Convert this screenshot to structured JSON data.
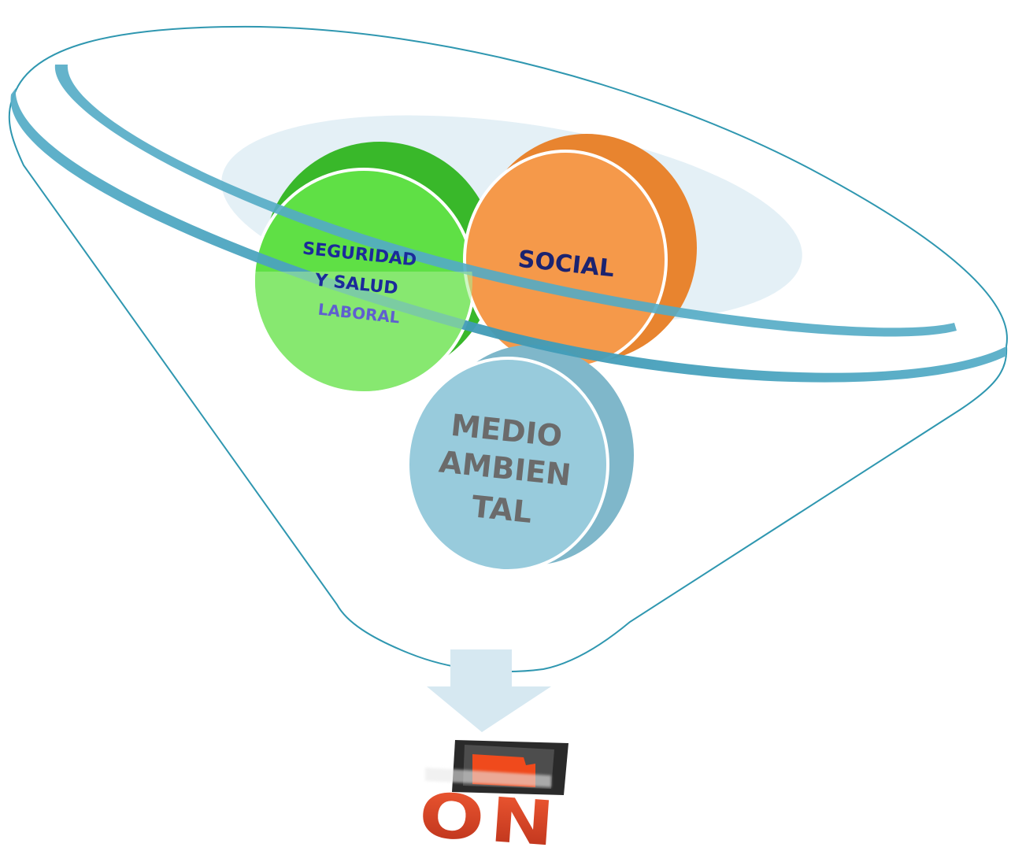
{
  "circles": {
    "safety": {
      "line1": "SEGURIDAD",
      "line2": "Y SALUD",
      "line3": "LABORAL",
      "color": "#5fe045"
    },
    "social": {
      "label": "SOCIAL",
      "color": "#f5994a"
    },
    "environment": {
      "line1": "MEDIO",
      "line2": "AMBIEN",
      "line3": "TAL",
      "color": "#98cbdc"
    }
  },
  "switch": {
    "label": "ON",
    "label_color": "#e5411f"
  },
  "colors": {
    "rim": "#4fa6c0",
    "funnel_outline": "#2f97b0",
    "arrow": "#d6e8f1"
  }
}
